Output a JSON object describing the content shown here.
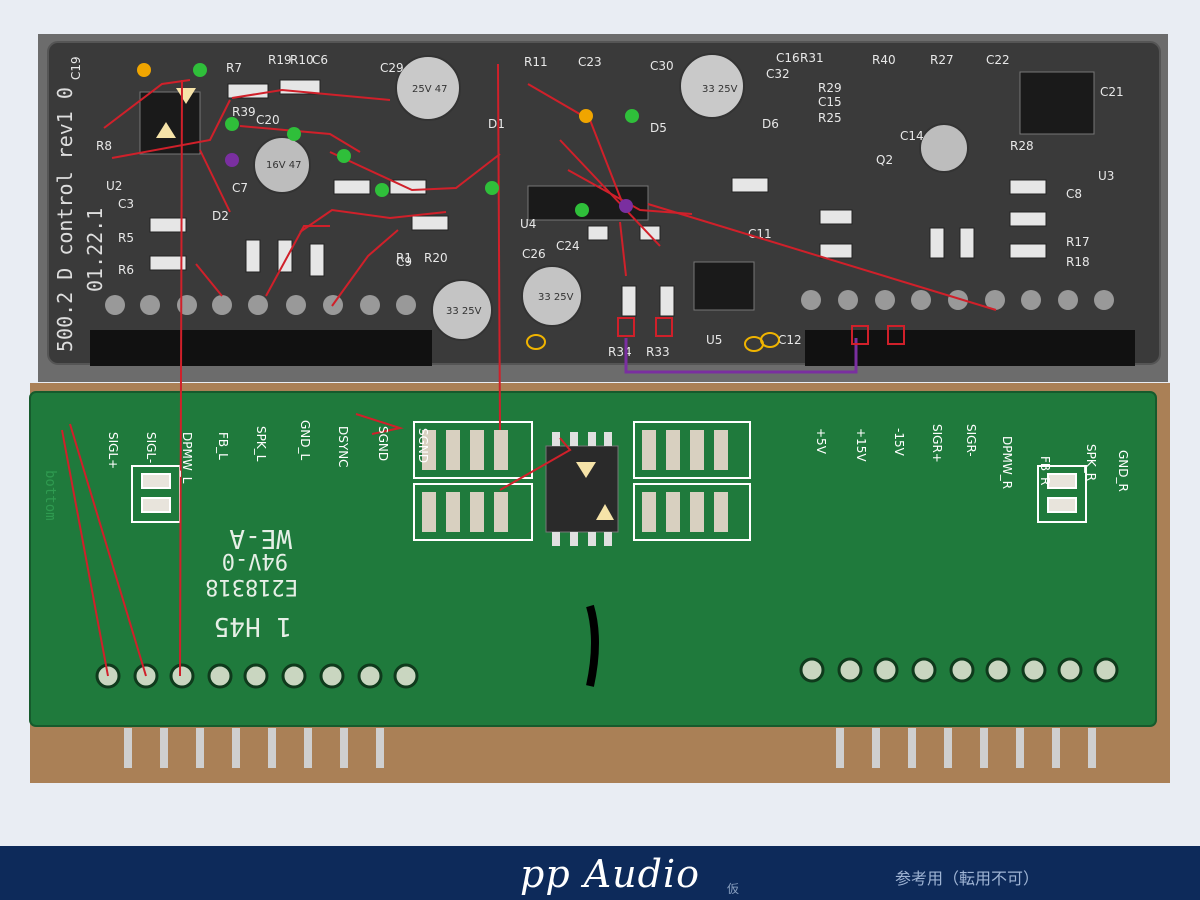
{
  "footer": {
    "brand": "pp Audio",
    "brand_sub": "仮",
    "notice": "参考用（転用不可）",
    "bg_color": "#0d2a5a"
  },
  "top_board": {
    "silk": {
      "title": "500.2 D control rev1 0",
      "date": "01.22.1",
      "refs": [
        "C19",
        "R7",
        "R19",
        "R10",
        "C6",
        "C29",
        "R11",
        "C23",
        "C30",
        "C16",
        "R31",
        "R40",
        "R27",
        "C22",
        "C21",
        "R39",
        "C20",
        "U2",
        "R8",
        "C3",
        "R5",
        "R6",
        "C7",
        "D2",
        "R1",
        "R20",
        "C9",
        "C26",
        "U4",
        "C24",
        "C11",
        "R29",
        "C15",
        "R25",
        "C32",
        "D6",
        "Q2",
        "C14",
        "U3",
        "R28",
        "C8",
        "R17",
        "R18",
        "D5",
        "D1",
        "U5",
        "R34",
        "R33",
        "C12"
      ],
      "caps": [
        "25V 47",
        "16V 47",
        "33 25V",
        "33 25V",
        "33 25V"
      ]
    }
  },
  "bottom_board": {
    "labels_left": [
      "SIGL+",
      "SIGL-",
      "DPMW_L",
      "FB_L",
      "SPK_L",
      "GND_L",
      "DSYNC",
      "SGND",
      "SGND"
    ],
    "labels_right": [
      "+5V",
      "+15V",
      "-15V",
      "SIGR+",
      "SIGR-",
      "DPMW_R",
      "FB_R",
      "SPK_R",
      "GND_R"
    ],
    "marks": [
      "WE-A",
      "94V-0",
      "E218318",
      "1 H45"
    ],
    "side_text": "bottom"
  },
  "colors": {
    "pcb_top": "#3a3a3a",
    "pcb_bottom": "#1f7a3c",
    "trace": "#d0202a",
    "trace_purple": "#7a2fa0",
    "dot_green": "#2fbf3a",
    "dot_orange": "#f0a500",
    "dot_purple": "#7a2fa0",
    "ring_yellow": "#f0b400"
  }
}
